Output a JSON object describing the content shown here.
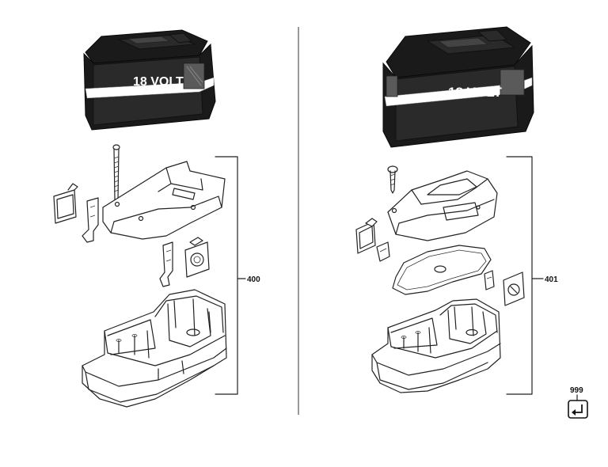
{
  "left_assembly": {
    "battery_label": "18 VOLT",
    "callout": "400"
  },
  "right_assembly": {
    "battery_label": "18 VOLT",
    "callout": "401"
  },
  "legend": {
    "callout": "999",
    "icon": "return-arrow-icon"
  },
  "colors": {
    "battery_body": "#2a2a2a",
    "battery_stripe": "#ffffff",
    "line": "#222222"
  }
}
